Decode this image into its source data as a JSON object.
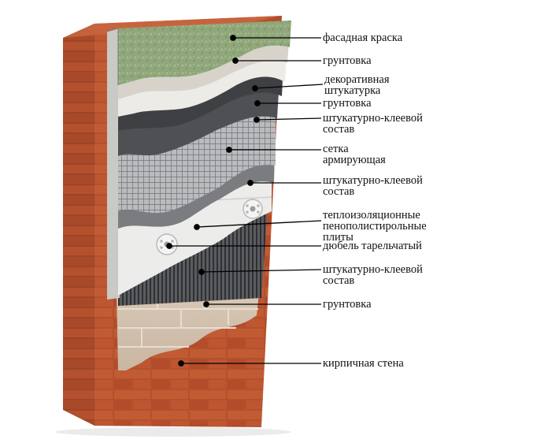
{
  "layers": [
    {
      "label": "фасадная краска"
    },
    {
      "label": "грунтовка"
    },
    {
      "label": "декоративная\nштукатурка"
    },
    {
      "label": "грунтовка"
    },
    {
      "label": "штукатурно-клеевой\nсостав"
    },
    {
      "label": "сетка\nармирующая"
    },
    {
      "label": "штукатурно-клеевой\nсостав"
    },
    {
      "label": "теплоизоляционные\nпенополистирольные\nплиты"
    },
    {
      "label": "дюбель тарельчатый"
    },
    {
      "label": "штукатурно-клеевой\nсостав"
    },
    {
      "label": "грунтовка"
    },
    {
      "label": "кирпичная стена"
    }
  ],
  "colors": {
    "brick": "#b5502d",
    "mortar": "#e9dccf",
    "paint": "#8fa77a",
    "primer": "#d7d3cb",
    "plaster": "#ecebe6",
    "adhesive": "#4a4b4d",
    "mesh": "#9c9ea1",
    "eps": "#e8e8e6",
    "leader": "#000000"
  }
}
